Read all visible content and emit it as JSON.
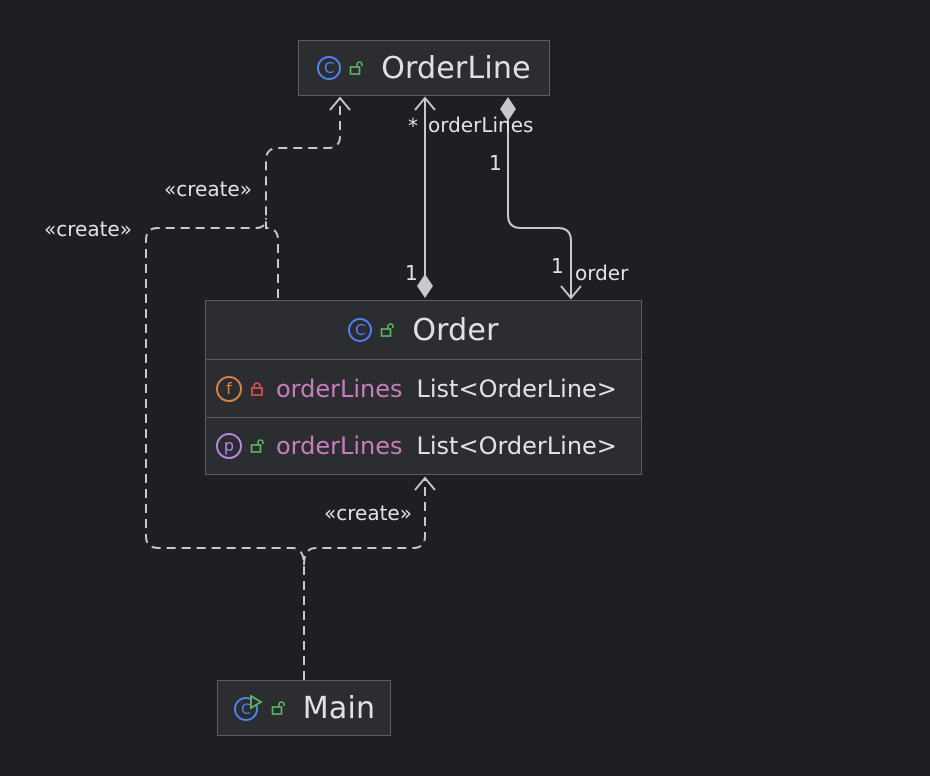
{
  "nodes": {
    "orderline": {
      "name": "OrderLine",
      "kind": "class",
      "visibility": "public"
    },
    "order": {
      "name": "Order",
      "kind": "class",
      "visibility": "public",
      "members": [
        {
          "kind": "field",
          "icon": "f",
          "visibility": "private",
          "name": "orderLines",
          "type": "List<OrderLine>"
        },
        {
          "kind": "property",
          "icon": "p",
          "visibility": "public",
          "name": "orderLines",
          "type": "List<OrderLine>"
        }
      ]
    },
    "main": {
      "name": "Main",
      "kind": "runnable-class",
      "visibility": "public"
    }
  },
  "icons": {
    "class": "C"
  },
  "edges": {
    "order_to_orderline": {
      "target_multiplicity": "*",
      "target_role": "orderLines",
      "source_multiplicity": "1"
    },
    "orderline_to_order": {
      "source_multiplicity": "1",
      "target_multiplicity": "1",
      "target_role": "order"
    },
    "order_create_orderline": {
      "label": "«create»"
    },
    "main_create_orderline": {
      "label": "«create»"
    },
    "main_create_order": {
      "label": "«create»"
    }
  },
  "colors": {
    "background": "#1e1f22",
    "node_fill": "#2b2d30",
    "node_border": "#5a5d63",
    "edge": "#c7c9cd",
    "class_icon": "#4f83f0",
    "field_icon": "#d98346",
    "property_icon": "#b784e8",
    "member_name": "#c77dbb",
    "public_lock": "#5fb865",
    "private_lock": "#e5534b"
  }
}
